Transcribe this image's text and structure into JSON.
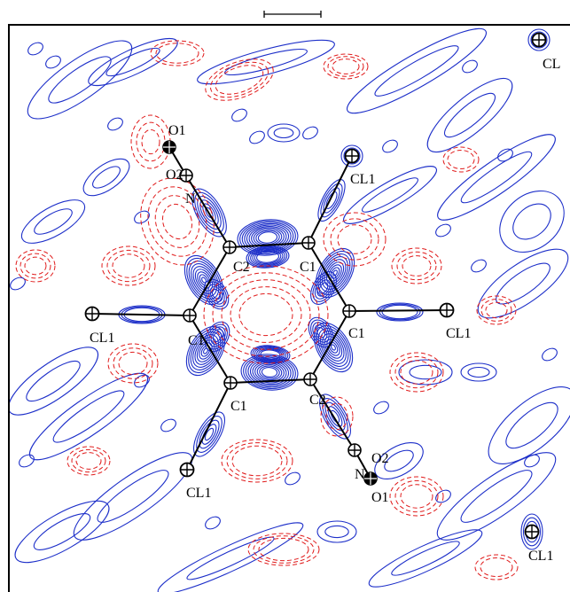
{
  "colors": {
    "positive_contour": "#1d2fc9",
    "negative_contour": "#e01b1b",
    "bond": "#000000",
    "frame": "#000000"
  },
  "labels": {
    "o1_top": "O1",
    "o2_top": "O2",
    "n_top": "N",
    "c2_left": "C2",
    "c1_upper": "C1",
    "cl1_upper": "CL1",
    "cl_topright": "CL",
    "cl1_left": "CL1",
    "c1_left": "C1",
    "c1_right": "C1",
    "cl1_right": "CL1",
    "c1_lower": "C1",
    "c2_lower": "C2",
    "cl1_bottom": "CL1",
    "n_bottom": "N",
    "o2_bottom": "O2",
    "o1_bottom": "O1",
    "cl1_bottomright": "CL1"
  }
}
